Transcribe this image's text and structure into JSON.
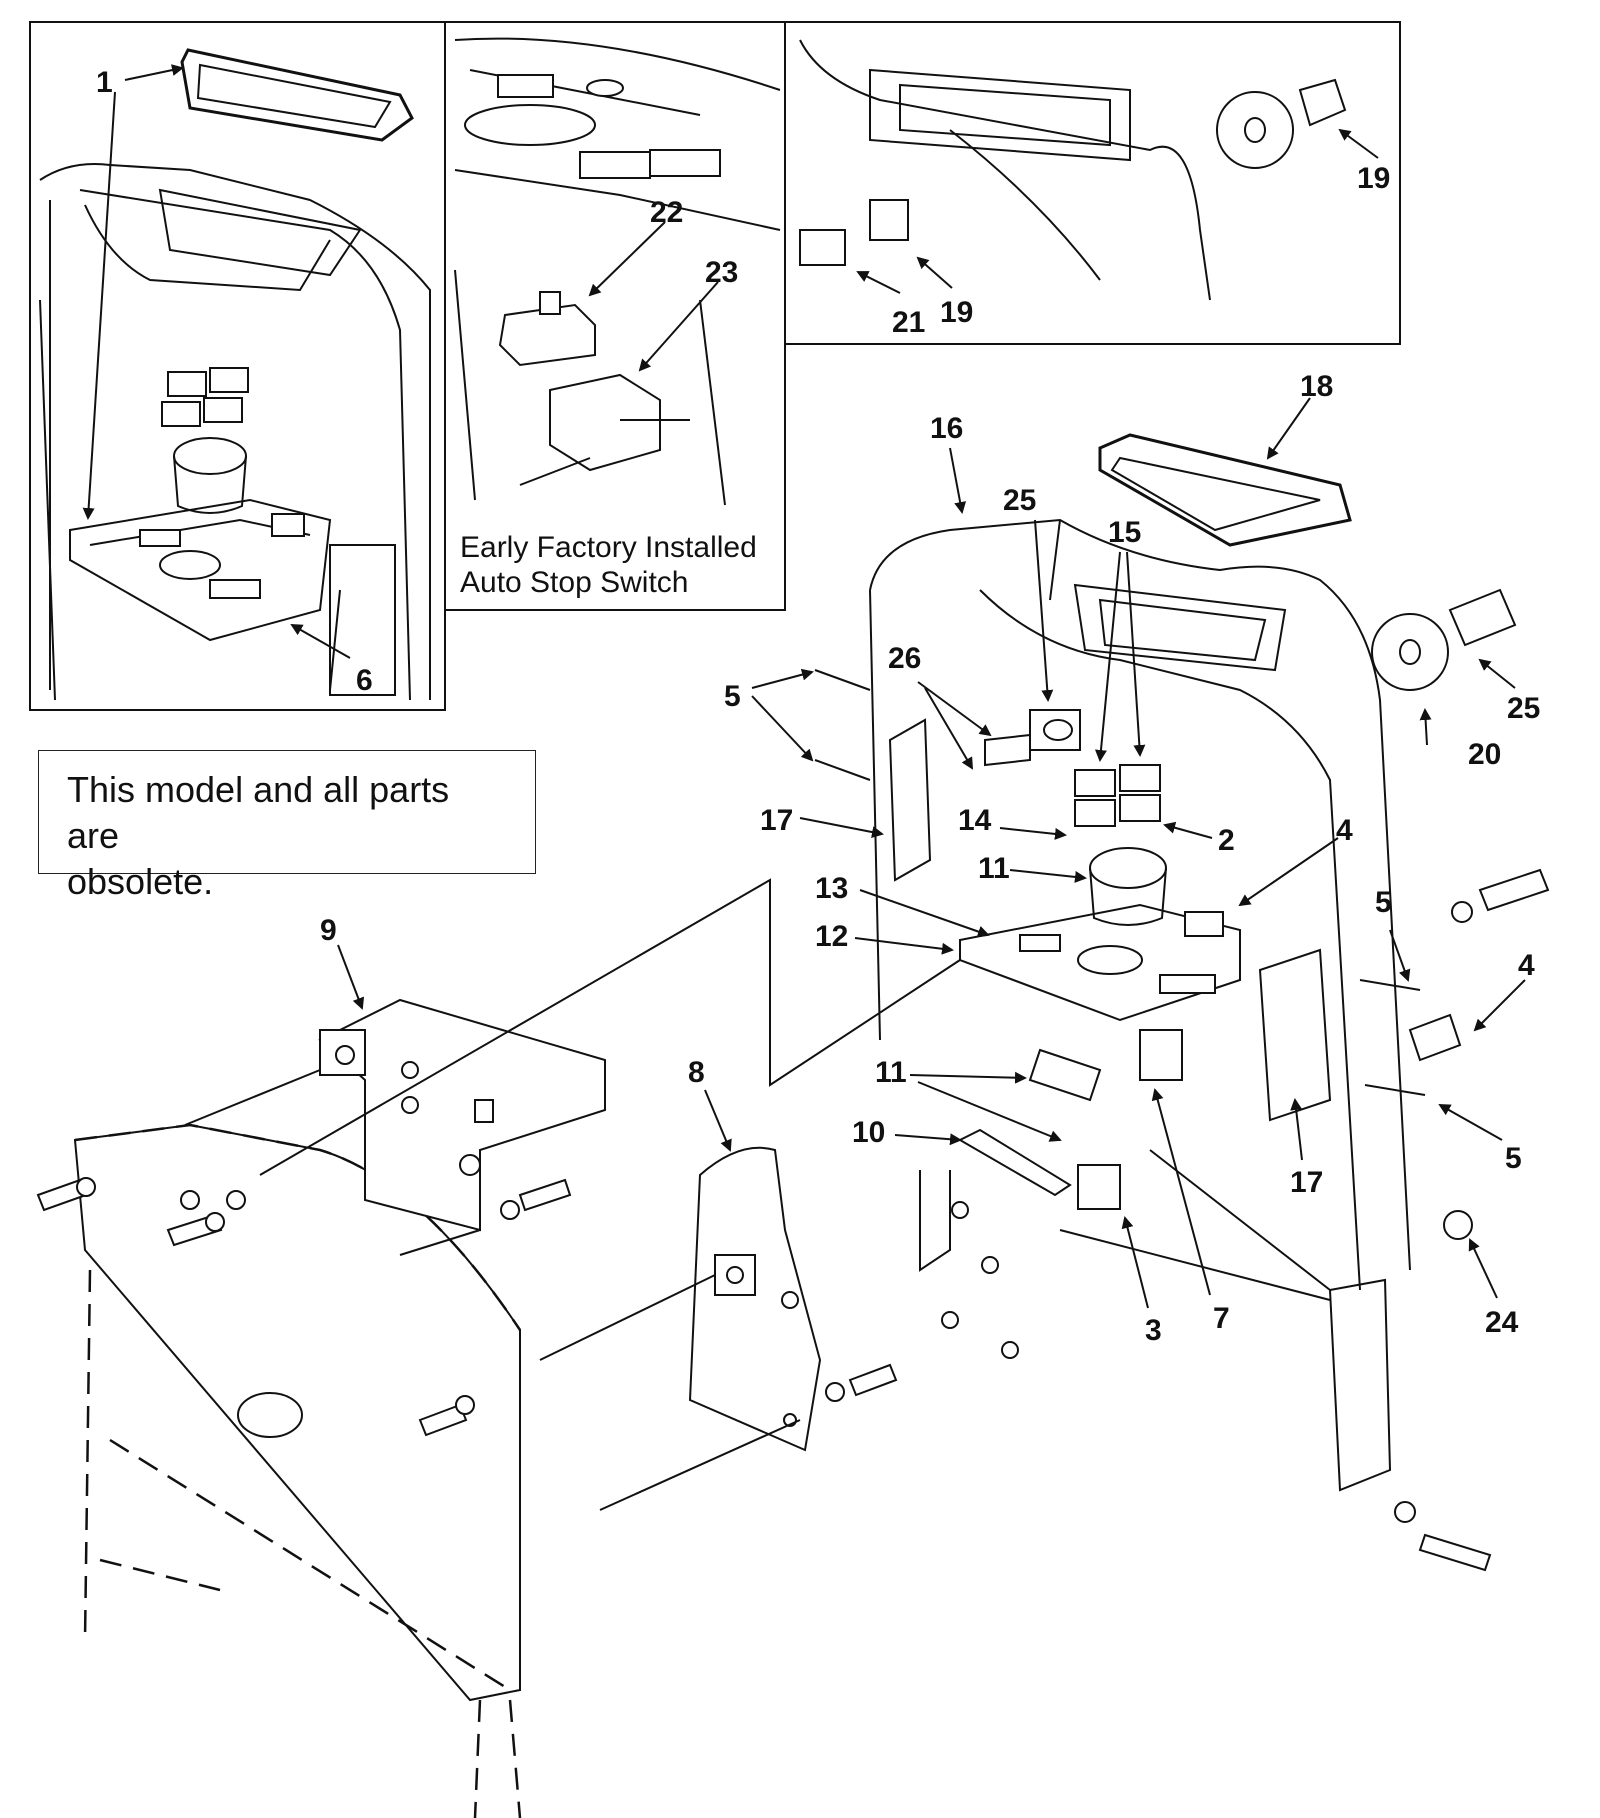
{
  "note": {
    "line1": "This model and all parts are",
    "line2": "obsolete."
  },
  "inset_caption": {
    "line1": "Early Factory Installed",
    "line2": "Auto Stop Switch"
  },
  "callouts": {
    "c1": "1",
    "c2": "2",
    "c3": "3",
    "c4a": "4",
    "c4b": "4",
    "c5a": "5",
    "c5b": "5",
    "c5c": "5",
    "c6": "6",
    "c7": "7",
    "c8": "8",
    "c9": "9",
    "c10": "10",
    "c11a": "11",
    "c11b": "11",
    "c12": "12",
    "c13": "13",
    "c14": "14",
    "c15": "15",
    "c16": "16",
    "c17a": "17",
    "c17b": "17",
    "c18": "18",
    "c19a": "19",
    "c19b": "19",
    "c20": "20",
    "c21": "21",
    "c22": "22",
    "c23": "23",
    "c24": "24",
    "c25a": "25",
    "c25b": "25",
    "c26": "26"
  }
}
